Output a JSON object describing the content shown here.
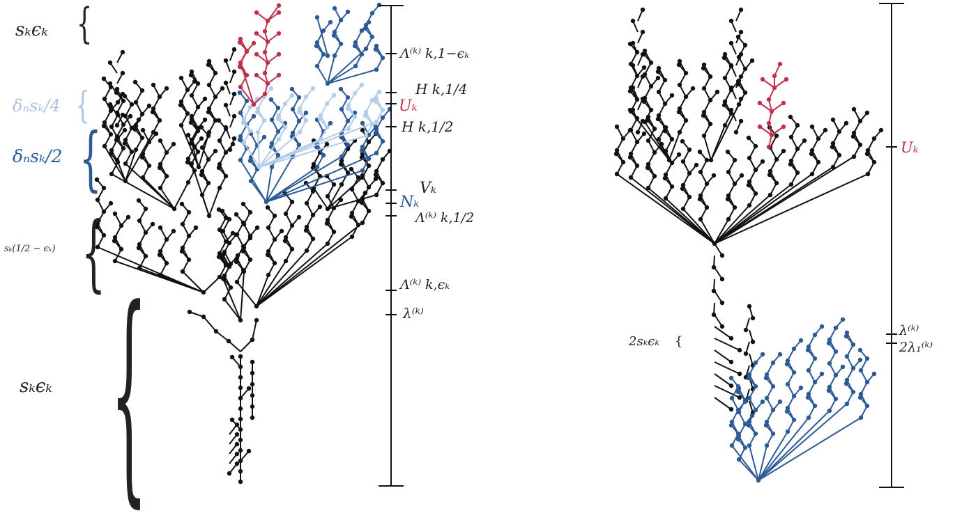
{
  "colors": {
    "black": "#111111",
    "red": "#c0304a",
    "blue": "#2c5a94",
    "light_blue": "#b3cde8"
  },
  "left_panel": {
    "braces": {
      "top": "sₖϵₖ",
      "delta_quarter": "δₙsₖ/4",
      "delta_half": "δₙsₖ/2",
      "mid": "sₖ(1/2 − ϵₖ)",
      "bottom": "sₖϵₖ"
    },
    "axis_labels": {
      "lambda_top": "Λ⁽ᵏ⁾ k,1−ϵₖ",
      "h_quarter": "H k,1/4",
      "u": "Uₖ",
      "h_half": "H k,1/2",
      "v": "Vₖ",
      "n": "Nₖ",
      "lambda_half": "Λ⁽ᵏ⁾ k,1/2",
      "lambda_eps": "Λ⁽ᵏ⁾ k,ϵₖ",
      "lambda": "λ⁽ᵏ⁾"
    }
  },
  "right_panel": {
    "brace_label": "2sₖϵₖ",
    "axis_labels": {
      "u": "Uₖ",
      "lambda": "λ⁽ᵏ⁾",
      "two_lambda": "2λ₁⁽ᵏ⁾"
    }
  }
}
